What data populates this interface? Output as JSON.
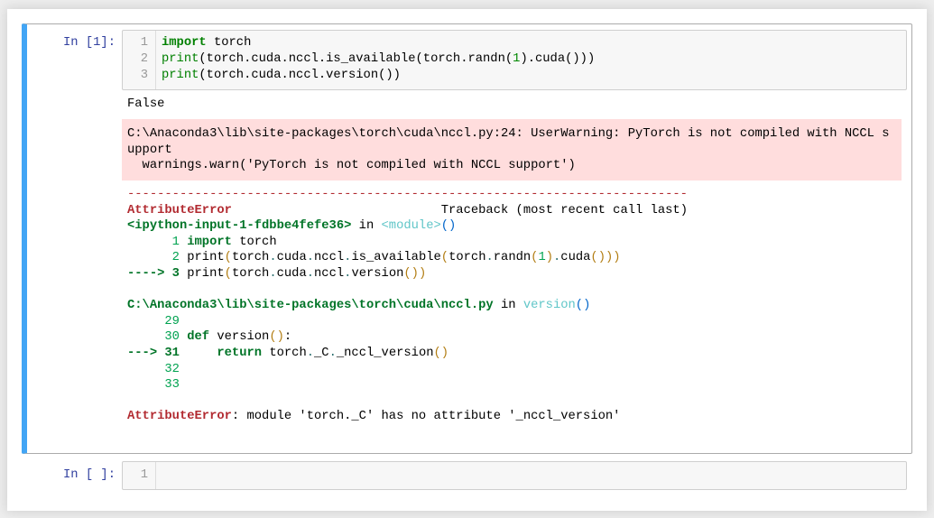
{
  "theme": {
    "page_bg": "#eeeeee",
    "accent": "#42A5F5",
    "prompt": "#303F9F",
    "input_bg": "#f7f7f7",
    "input_border": "#cfcfcf",
    "gutter_text": "#999999",
    "stderr_bg": "#ffdddd"
  },
  "notebook": {
    "cells": [
      {
        "prompt": "In [1]:",
        "selected": true,
        "input": {
          "line_numbers": [
            "1",
            "2",
            "3"
          ],
          "lines": [
            [
              [
                "import",
                "kw"
              ],
              [
                " torch",
                "p"
              ]
            ],
            [
              [
                "print",
                "bi"
              ],
              [
                "(torch.cuda.nccl.is_available(torch.randn(",
                "p"
              ],
              [
                "1",
                "num"
              ],
              [
                ").cuda()))",
                "p"
              ]
            ],
            [
              [
                "print",
                "bi"
              ],
              [
                "(torch.cuda.nccl.version())",
                "p"
              ]
            ]
          ]
        },
        "outputs": {
          "stdout": "False",
          "stderr_lines": [
            [
              [
                "C:\\Anaconda3\\lib\\site-packages\\torch\\cuda\\nccl.py:24: UserWarning: PyTorch is not compiled with NCCL s",
                "p"
              ]
            ],
            [
              [
                "upport",
                "p"
              ]
            ],
            [
              [
                "  warnings.warn('PyTorch is not compiled with NCCL support')",
                "p"
              ]
            ]
          ],
          "traceback_lines": [
            [
              [
                "---------------------------------------------------------------------------",
                "tr-red"
              ]
            ],
            [
              [
                "AttributeError",
                "tr-red-b"
              ],
              [
                "                            Traceback (most recent call last)",
                "p"
              ]
            ],
            [
              [
                "<ipython-input-1-fdbbe4fefe36>",
                "tr-green-b"
              ],
              [
                " in ",
                "p"
              ],
              [
                "<module>",
                "tr-cyan"
              ],
              [
                "()",
                "tr-blue"
              ]
            ],
            [
              [
                "      1 ",
                "tr-green"
              ],
              [
                "import",
                "tr-green-b"
              ],
              [
                " torch",
                "p"
              ]
            ],
            [
              [
                "      2 ",
                "tr-green"
              ],
              [
                "print",
                "p"
              ],
              [
                "(",
                "tr-yel"
              ],
              [
                "torch",
                "p"
              ],
              [
                ".",
                "tr-dot"
              ],
              [
                "cuda",
                "p"
              ],
              [
                ".",
                "tr-dot"
              ],
              [
                "nccl",
                "p"
              ],
              [
                ".",
                "tr-dot"
              ],
              [
                "is_available",
                "p"
              ],
              [
                "(",
                "tr-yel"
              ],
              [
                "torch",
                "p"
              ],
              [
                ".",
                "tr-dot"
              ],
              [
                "randn",
                "p"
              ],
              [
                "(",
                "tr-yel"
              ],
              [
                "1",
                "tr-green"
              ],
              [
                ")",
                "tr-yel"
              ],
              [
                ".",
                "tr-dot"
              ],
              [
                "cuda",
                "p"
              ],
              [
                "()))",
                "tr-yel"
              ]
            ],
            [
              [
                "----> 3 ",
                "tr-green-b"
              ],
              [
                "print",
                "p"
              ],
              [
                "(",
                "tr-yel"
              ],
              [
                "torch",
                "p"
              ],
              [
                ".",
                "tr-dot"
              ],
              [
                "cuda",
                "p"
              ],
              [
                ".",
                "tr-dot"
              ],
              [
                "nccl",
                "p"
              ],
              [
                ".",
                "tr-dot"
              ],
              [
                "version",
                "p"
              ],
              [
                "())",
                "tr-yel"
              ]
            ],
            [],
            [
              [
                "C:\\Anaconda3\\lib\\site-packages\\torch\\cuda\\nccl.py",
                "tr-green-b"
              ],
              [
                " in ",
                "p"
              ],
              [
                "version",
                "tr-cyan"
              ],
              [
                "()",
                "tr-blue"
              ]
            ],
            [
              [
                "     29",
                "tr-green"
              ]
            ],
            [
              [
                "     30 ",
                "tr-green"
              ],
              [
                "def",
                "tr-green-b"
              ],
              [
                " version",
                "p"
              ],
              [
                "()",
                "tr-yel"
              ],
              [
                ":",
                "p"
              ]
            ],
            [
              [
                "---> 31 ",
                "tr-green-b"
              ],
              [
                "    ",
                "p"
              ],
              [
                "return",
                "tr-green-b"
              ],
              [
                " torch",
                "p"
              ],
              [
                ".",
                "tr-dot"
              ],
              [
                "_C",
                "p"
              ],
              [
                ".",
                "tr-dot"
              ],
              [
                "_nccl_version",
                "p"
              ],
              [
                "()",
                "tr-yel"
              ]
            ],
            [
              [
                "     32",
                "tr-green"
              ]
            ],
            [
              [
                "     33",
                "tr-green"
              ]
            ],
            [],
            [
              [
                "AttributeError",
                "tr-red-b"
              ],
              [
                ": module 'torch._C' has no attribute '_nccl_version'",
                "p"
              ]
            ]
          ]
        }
      },
      {
        "prompt": "In [ ]:",
        "selected": false,
        "input": {
          "line_numbers": [
            "1"
          ],
          "lines": [
            []
          ]
        }
      }
    ]
  }
}
